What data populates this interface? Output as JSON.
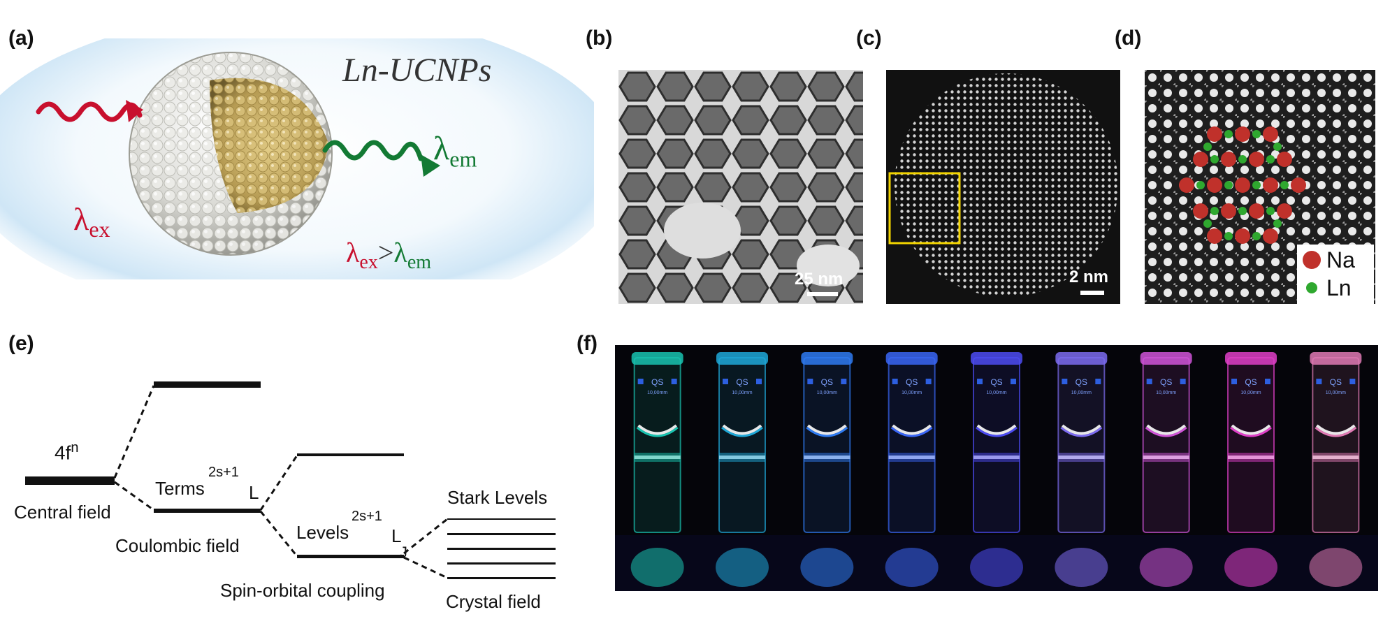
{
  "panels": {
    "a": {
      "label": "(a)",
      "title": "Ln-UCNPs",
      "ex_symbol": "λ",
      "ex_sub": "ex",
      "em_symbol": "λ",
      "em_sub": "em",
      "relation_gt": ">"
    },
    "b": {
      "label": "(b)",
      "scale_text": "25 nm"
    },
    "c": {
      "label": "(c)",
      "scale_text": "2 nm"
    },
    "d": {
      "label": "(d)",
      "legend": [
        {
          "symbol": "Na",
          "color": "#c0312b"
        },
        {
          "symbol": "Ln",
          "color": "#2fa82f"
        }
      ]
    },
    "e": {
      "label": "(e)",
      "fn_base": "4f",
      "fn_sup": "n",
      "central_field": "Central field",
      "terms": "Terms",
      "terms_sup": "2s+1",
      "terms_L": "L",
      "coulombic_field": "Coulombic field",
      "levels": "Levels",
      "levels_sup": "2s+1",
      "levels_L": "L",
      "levels_sub": "J",
      "spin_orbital": "Spin-orbital coupling",
      "stark_levels": "Stark Levels",
      "crystal_field": "Crystal field"
    },
    "f": {
      "label": "(f)",
      "cuvette_brand": "QS",
      "cuvette_path": "10,00mm",
      "cuvette_colors": [
        "#19c3b0",
        "#1fa8d8",
        "#2f7bf2",
        "#3a66f5",
        "#4d4cf2",
        "#7d6cf0",
        "#d055d8",
        "#e040c8",
        "#e07ab4"
      ]
    }
  },
  "colors": {
    "excitation": "#c8102e",
    "emission": "#137a34",
    "highlight_box": "#f2d400"
  }
}
